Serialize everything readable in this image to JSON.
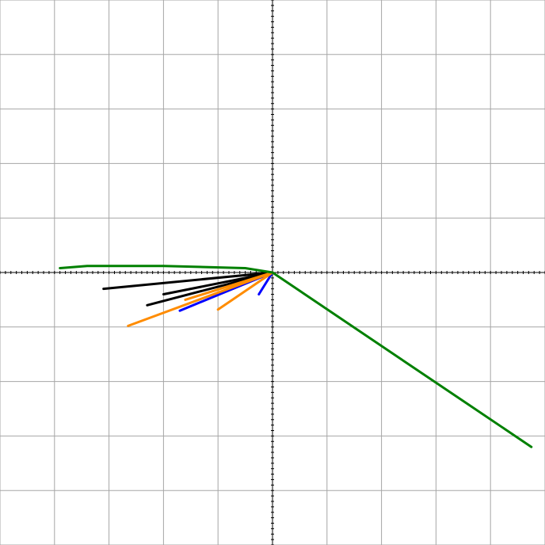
{
  "chart_data": {
    "type": "line",
    "title": "",
    "xlabel": "",
    "ylabel": "",
    "xlim": [
      -5,
      5
    ],
    "ylim": [
      -5,
      5
    ],
    "grid": true,
    "grid_step": 1,
    "minor_tick_step": 0.1,
    "axis_ticks": true,
    "legend": "none",
    "series": [
      {
        "color": "#000000",
        "points": [
          [
            0,
            0
          ],
          [
            -3.1,
            -0.3
          ]
        ]
      },
      {
        "color": "#000000",
        "points": [
          [
            0,
            0
          ],
          [
            -2.3,
            -0.6
          ]
        ]
      },
      {
        "color": "#000000",
        "points": [
          [
            0,
            0
          ],
          [
            -2.0,
            -0.4
          ]
        ]
      },
      {
        "color": "#0000ff",
        "points": [
          [
            0,
            0
          ],
          [
            -1.7,
            -0.7
          ]
        ]
      },
      {
        "color": "#0000ff",
        "points": [
          [
            0,
            0
          ],
          [
            -0.25,
            -0.4
          ]
        ]
      },
      {
        "color": "#0000ff",
        "points": [
          [
            0,
            0
          ],
          [
            -0.9,
            -0.35
          ]
        ]
      },
      {
        "color": "#ff8c00",
        "points": [
          [
            0,
            0
          ],
          [
            -2.65,
            -0.98
          ]
        ]
      },
      {
        "color": "#ff8c00",
        "points": [
          [
            0,
            0
          ],
          [
            -1.0,
            -0.68
          ]
        ]
      },
      {
        "color": "#ff8c00",
        "points": [
          [
            0,
            0
          ],
          [
            -1.6,
            -0.5
          ]
        ]
      },
      {
        "color": "#008000",
        "points": [
          [
            0,
            0
          ],
          [
            4.75,
            -3.2
          ]
        ]
      },
      {
        "color": "#008000",
        "points": [
          [
            0,
            0
          ],
          [
            -0.5,
            0.08
          ],
          [
            -2.0,
            0.12
          ],
          [
            -3.4,
            0.12
          ],
          [
            -3.9,
            0.08
          ]
        ]
      }
    ]
  }
}
